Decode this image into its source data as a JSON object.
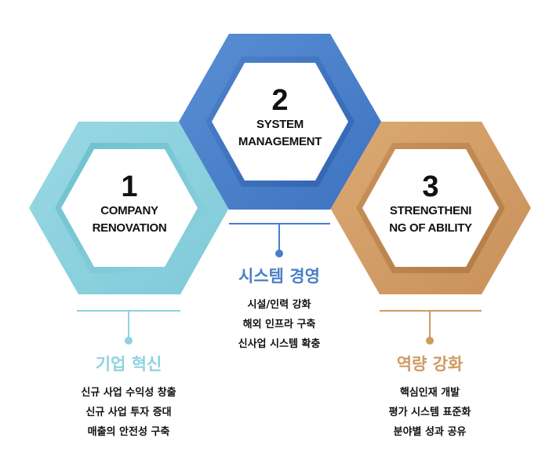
{
  "colors": {
    "blue_light": "#8fd3e0",
    "blue": "#4a7fc8",
    "orange": "#d09a62"
  },
  "hexagons": [
    {
      "number": "1",
      "name_lines": [
        "COMPANY",
        "RENOVATION"
      ]
    },
    {
      "number": "2",
      "name_lines": [
        "SYSTEM",
        "MANAGEMENT"
      ]
    },
    {
      "number": "3",
      "name_lines": [
        "STRENGTHENI",
        "NG OF ABILITY"
      ]
    }
  ],
  "blocks": [
    {
      "title": "기업 혁신",
      "items": [
        "신규 사업 수익성 창출",
        "신규 사업 투자 증대",
        "매출의 안전성 구축"
      ]
    },
    {
      "title": "시스템 경영",
      "items": [
        "시설/인력 강화",
        "해외 인프라 구축",
        "신사업 시스템 확충"
      ]
    },
    {
      "title": "역량 강화",
      "items": [
        "핵심인재 개발",
        "평가 시스템 표준화",
        "분야별 성과 공유"
      ]
    }
  ]
}
